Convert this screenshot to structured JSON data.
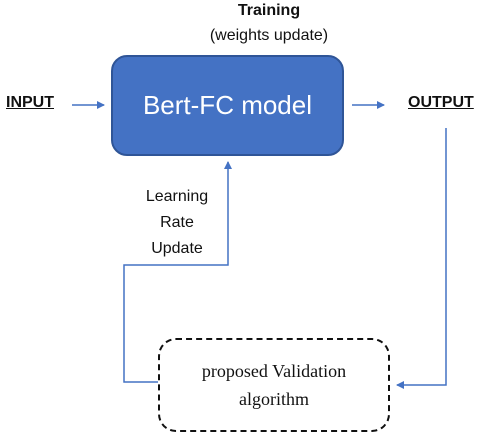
{
  "training": {
    "title": "Training",
    "subtitle": "(weights update)"
  },
  "model": {
    "label": "Bert-FC model"
  },
  "input": {
    "label": "INPUT"
  },
  "output": {
    "label": "OUTPUT"
  },
  "learning_rate": {
    "line1": "Learning",
    "line2": "Rate",
    "line3": "Update"
  },
  "validation": {
    "line1": "proposed Validation",
    "line2": "algorithm"
  },
  "colors": {
    "box_fill": "#4472c4",
    "box_border": "#2f5597",
    "arrow": "#4472c4",
    "text": "#111111"
  }
}
